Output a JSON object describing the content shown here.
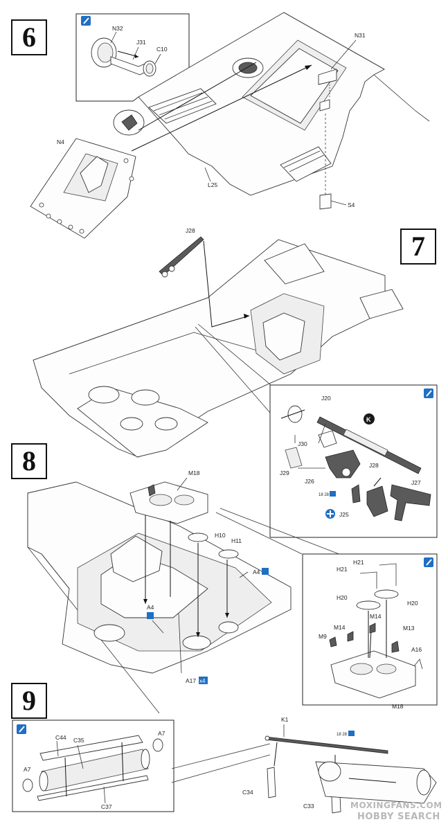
{
  "steps": {
    "s6": "6",
    "s7": "7",
    "s8": "8",
    "s9": "9"
  },
  "labels": {
    "N32": "N32",
    "J31": "J31",
    "C10": "C10",
    "N31": "N31",
    "N4": "N4",
    "L25": "L25",
    "S4": "S4",
    "J28": "J28",
    "J20": "J20",
    "K": "K",
    "J30": "J30",
    "J28b": "J28",
    "J29": "J29",
    "J26": "J26",
    "J27": "J27",
    "J25": "J25",
    "H1828": "18 28",
    "M18": "M18",
    "H10": "H10",
    "H11": "H11",
    "A4a": "A4",
    "A4b": "A4",
    "A17": "A17",
    "x4": "x4",
    "H21a": "H21",
    "H21b": "H21",
    "H20a": "H20",
    "H20b": "H20",
    "M14a": "M14",
    "M14b": "M14",
    "M9": "M9",
    "M13": "M13",
    "A16": "A16",
    "M18b": "M18",
    "K1": "K1",
    "H1828b": "18 28",
    "C44": "C44",
    "C35": "C35",
    "A7a": "A7",
    "A7b": "A7",
    "C37": "C37",
    "C34": "C34",
    "C33": "C33"
  },
  "watermark": {
    "line1": "MOXINGFANS.COM",
    "line2": "HOBBY SEARCH"
  },
  "colors": {
    "accent": "#1f6fc4",
    "line": "#333333"
  },
  "icons": [
    "brush-icon",
    "hand-icon",
    "x2-icon"
  ]
}
